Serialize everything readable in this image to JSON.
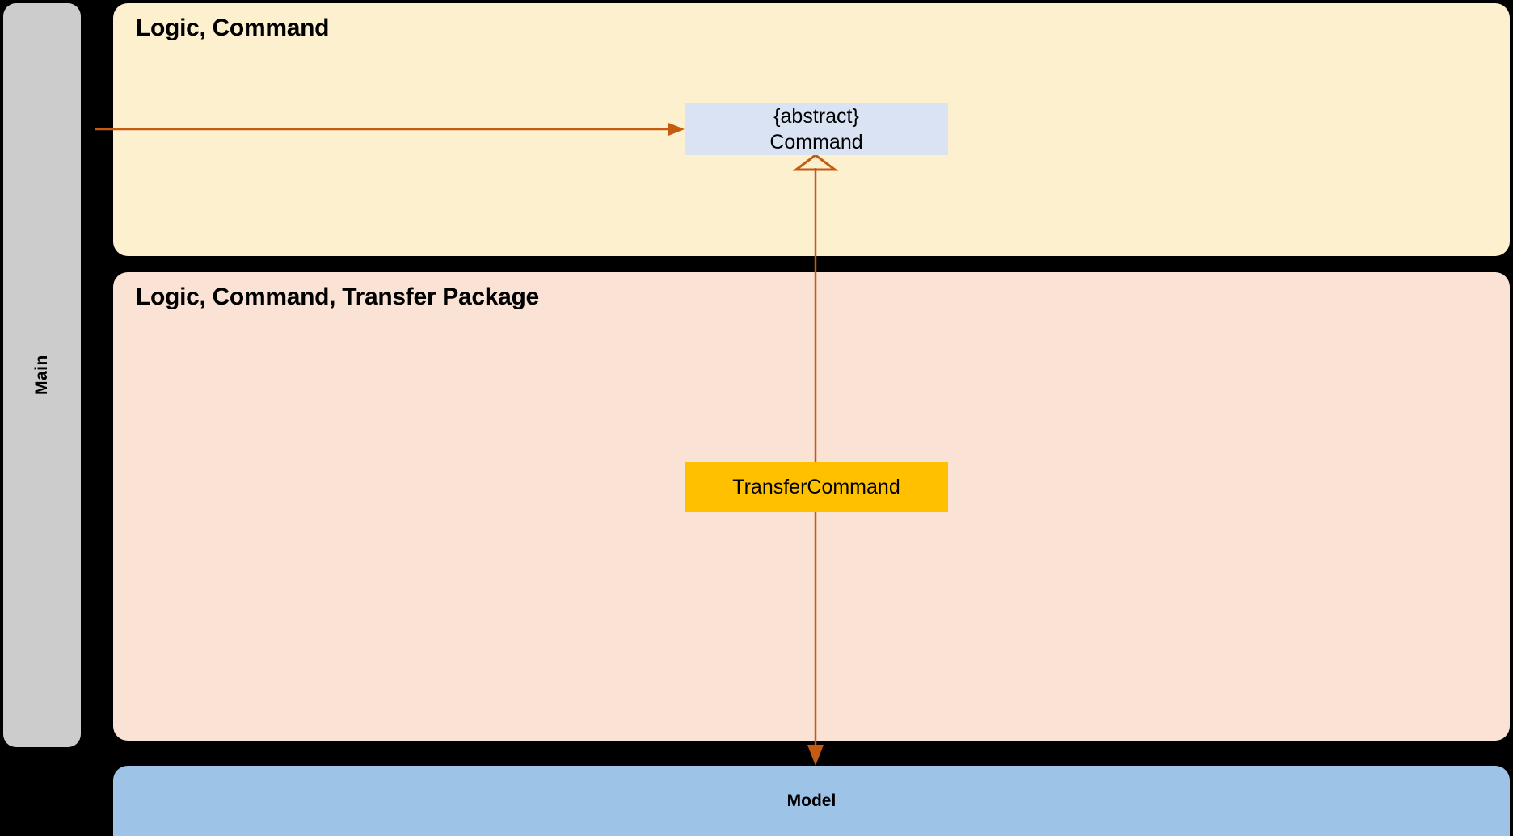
{
  "diagram": {
    "type": "uml-class-diagram",
    "background_color": "#000000"
  },
  "main_rail": {
    "label": "Main",
    "color": "#CCCCCC",
    "orientation": "vertical-bottom-to-top"
  },
  "packages": [
    {
      "id": "logic-command",
      "title": "Logic, Command",
      "color": "#FDF0CE"
    },
    {
      "id": "logic-command-transfer-package",
      "title": "Logic, Command, Transfer Package",
      "color": "#FAE3D5"
    }
  ],
  "model_band": {
    "label": "Model",
    "color": "#9DC3E6"
  },
  "classes": [
    {
      "id": "command",
      "stereotype": "{abstract}",
      "name": "Command",
      "color": "#DAE3F3"
    },
    {
      "id": "transfer-command",
      "name": "TransferCommand",
      "color": "#FFC000"
    }
  ],
  "connectors": [
    {
      "id": "main-to-command",
      "from": "Main",
      "to": "Command",
      "kind": "dependency",
      "arrowhead": "filled-arrow",
      "color": "#C55A11"
    },
    {
      "id": "transfer-command-to-command",
      "from": "TransferCommand",
      "to": "Command",
      "kind": "generalization",
      "arrowhead": "hollow-triangle",
      "color": "#C55A11"
    },
    {
      "id": "transfer-command-to-model",
      "from": "TransferCommand",
      "to": "Model",
      "kind": "dependency",
      "arrowhead": "filled-arrow",
      "color": "#C55A11"
    }
  ]
}
